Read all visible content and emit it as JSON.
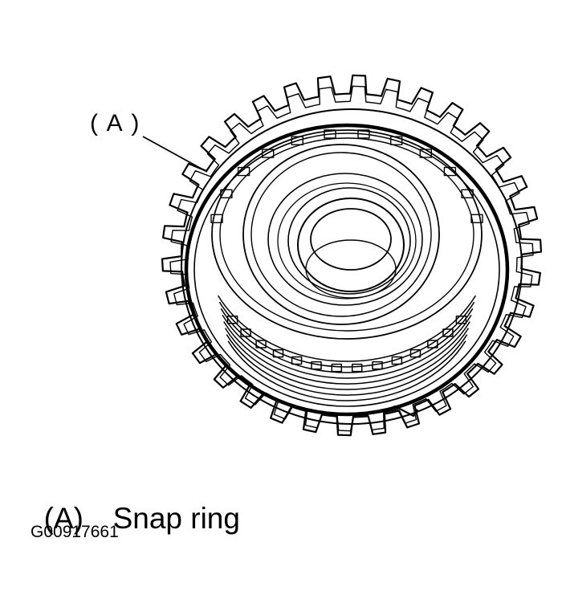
{
  "diagram": {
    "callout": "( A )",
    "legend": [
      {
        "key": "(A)",
        "label": "Snap ring"
      }
    ],
    "figure_id": "G00917661"
  }
}
